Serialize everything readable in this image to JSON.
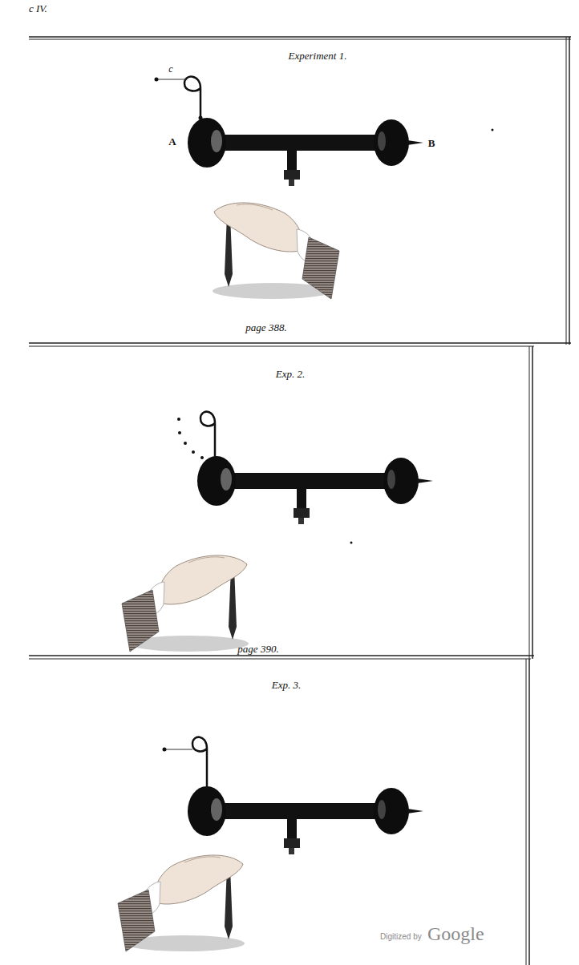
{
  "diagram": {
    "labels": [
      "c IV.",
      "Experiment 1.",
      "c",
      "A",
      "B",
      "page 388.",
      "Exp. 2.",
      "page 390.",
      "Exp. 3.",
      "Digitized by",
      "Google"
    ]
  }
}
